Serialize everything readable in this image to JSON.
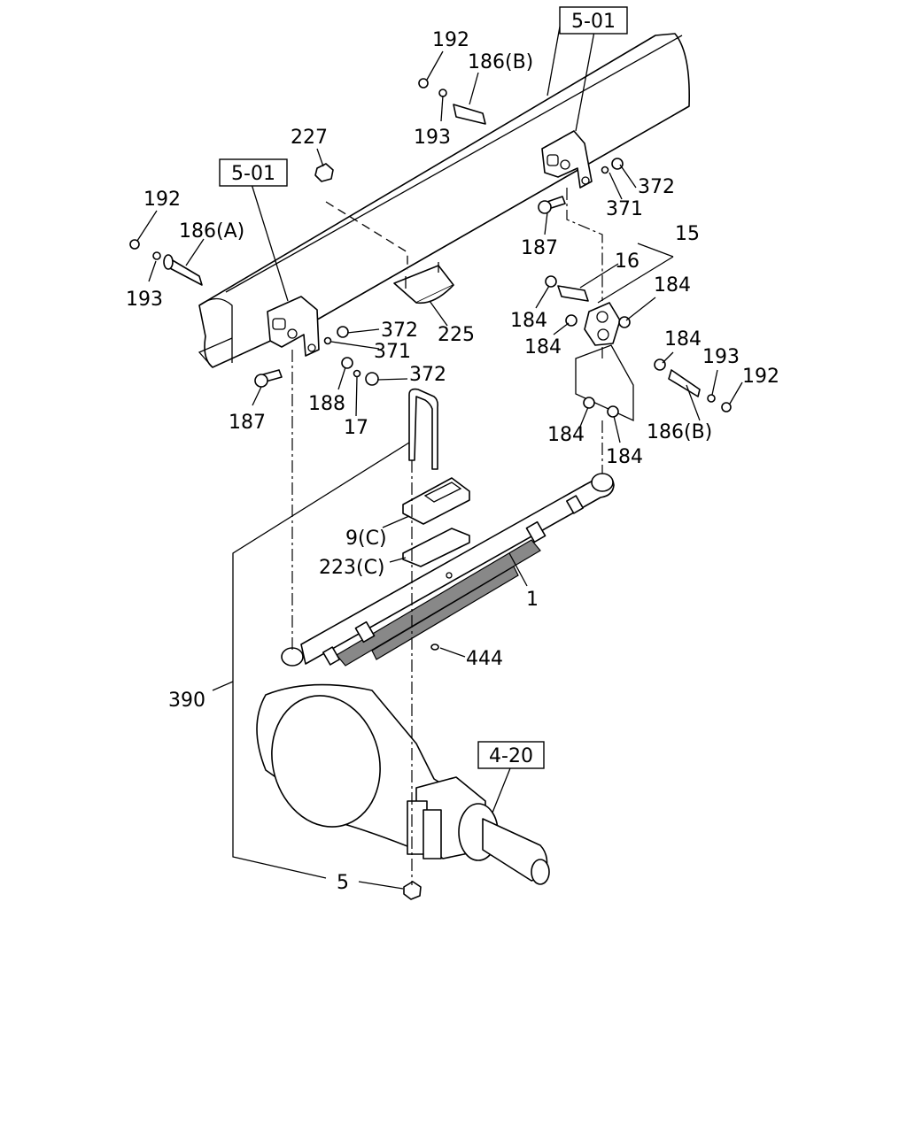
{
  "refs": {
    "top_right": "5-01",
    "left": "5-01",
    "axle": "4-20"
  },
  "labels": {
    "p192_top": "192",
    "p186b_top": "186(B)",
    "p193_top": "193",
    "p227": "227",
    "p372_topright": "372",
    "p371_topright": "371",
    "p187_right": "187",
    "p15": "15",
    "p16": "16",
    "p184_a": "184",
    "p184_b": "184",
    "p184_c": "184",
    "p184_d": "184",
    "p184_e": "184",
    "p184_f": "184",
    "p193_right": "193",
    "p192_right": "192",
    "p186b_right": "186(B)",
    "p192_left": "192",
    "p186a": "186(A)",
    "p193_left": "193",
    "p372_left1": "372",
    "p371_left": "371",
    "p225": "225",
    "p372_left2": "372",
    "p188": "188",
    "p17": "17",
    "p187_left": "187",
    "p9c": "9(C)",
    "p223c": "223(C)",
    "p1": "1",
    "p444": "444",
    "p390": "390",
    "p5": "5"
  }
}
